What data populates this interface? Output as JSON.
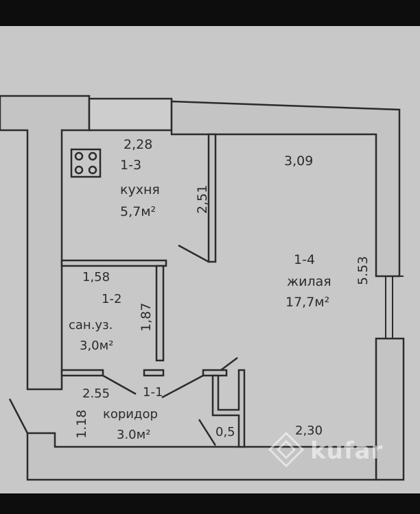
{
  "rooms": {
    "kitchen": {
      "width": "2,28",
      "number": "1-3",
      "name": "кухня",
      "area": "5,7м²",
      "depth": "2,51"
    },
    "living": {
      "width": "3,09",
      "number": "1-4",
      "name": "жилая",
      "area": "17,7м²",
      "depth": "5.53"
    },
    "bathroom": {
      "width": "1,58",
      "number": "1-2",
      "name": "сан.уз.",
      "area": "3,0м²",
      "depth": "1,87"
    },
    "corridor": {
      "width": "2.55",
      "number": "1-1",
      "name": "коридор",
      "area": "3.0м²",
      "depth": "1.18"
    }
  },
  "dims": {
    "small": "0,5",
    "bottom": "2,30"
  },
  "watermark": {
    "brand": "kufar",
    "logo": "kufar-logo"
  },
  "colors": {
    "background": "#0d0d0d",
    "paper": "#c9c9c9",
    "wall": "#c2c2c2",
    "line": "#2b2b2b"
  }
}
